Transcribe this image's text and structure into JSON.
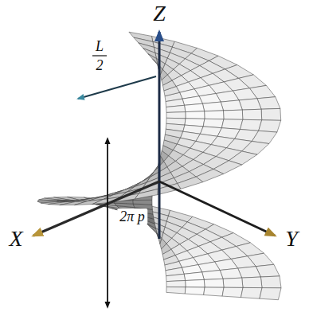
{
  "diagram": {
    "labels": [
      "Z",
      "L",
      "2",
      "2π p",
      "X",
      "Y"
    ]
  }
}
